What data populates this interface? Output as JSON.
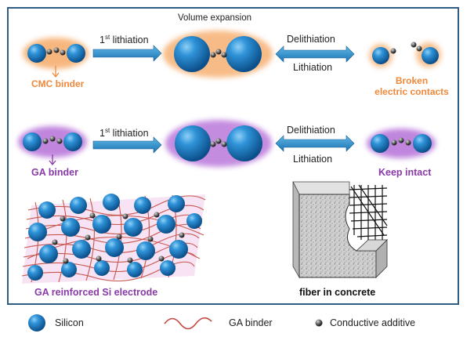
{
  "top_row": {
    "volume_label": "Volume expansion",
    "first_lithiation": "1",
    "first_lithiation_sup": "st",
    "first_lithiation_rest": " lithiation",
    "delithiation": "Delithiation",
    "lithiation": "Lithiation",
    "binder_label": "CMC binder",
    "result_line1": "Broken",
    "result_line2": "electric contacts"
  },
  "bottom_row": {
    "first_lithiation": "1",
    "first_lithiation_sup": "st",
    "first_lithiation_rest": " lithiation",
    "delithiation": "Delithiation",
    "lithiation": "Lithiation",
    "binder_label": "GA binder",
    "result": "Keep intact"
  },
  "panels": {
    "electrode_caption": "GA reinforced Si electrode",
    "concrete_caption": "fiber in concrete"
  },
  "legend": {
    "silicon": "Silicon",
    "ga_binder": "GA binder",
    "conductive": "Conductive additive"
  },
  "colors": {
    "frame": "#2f5d86",
    "silicon_blue": "#1f7ec8",
    "cmc_orange": "#f0883a",
    "ga_purple": "#9b4dbf",
    "arrow_blue": "#2a8fcf"
  }
}
